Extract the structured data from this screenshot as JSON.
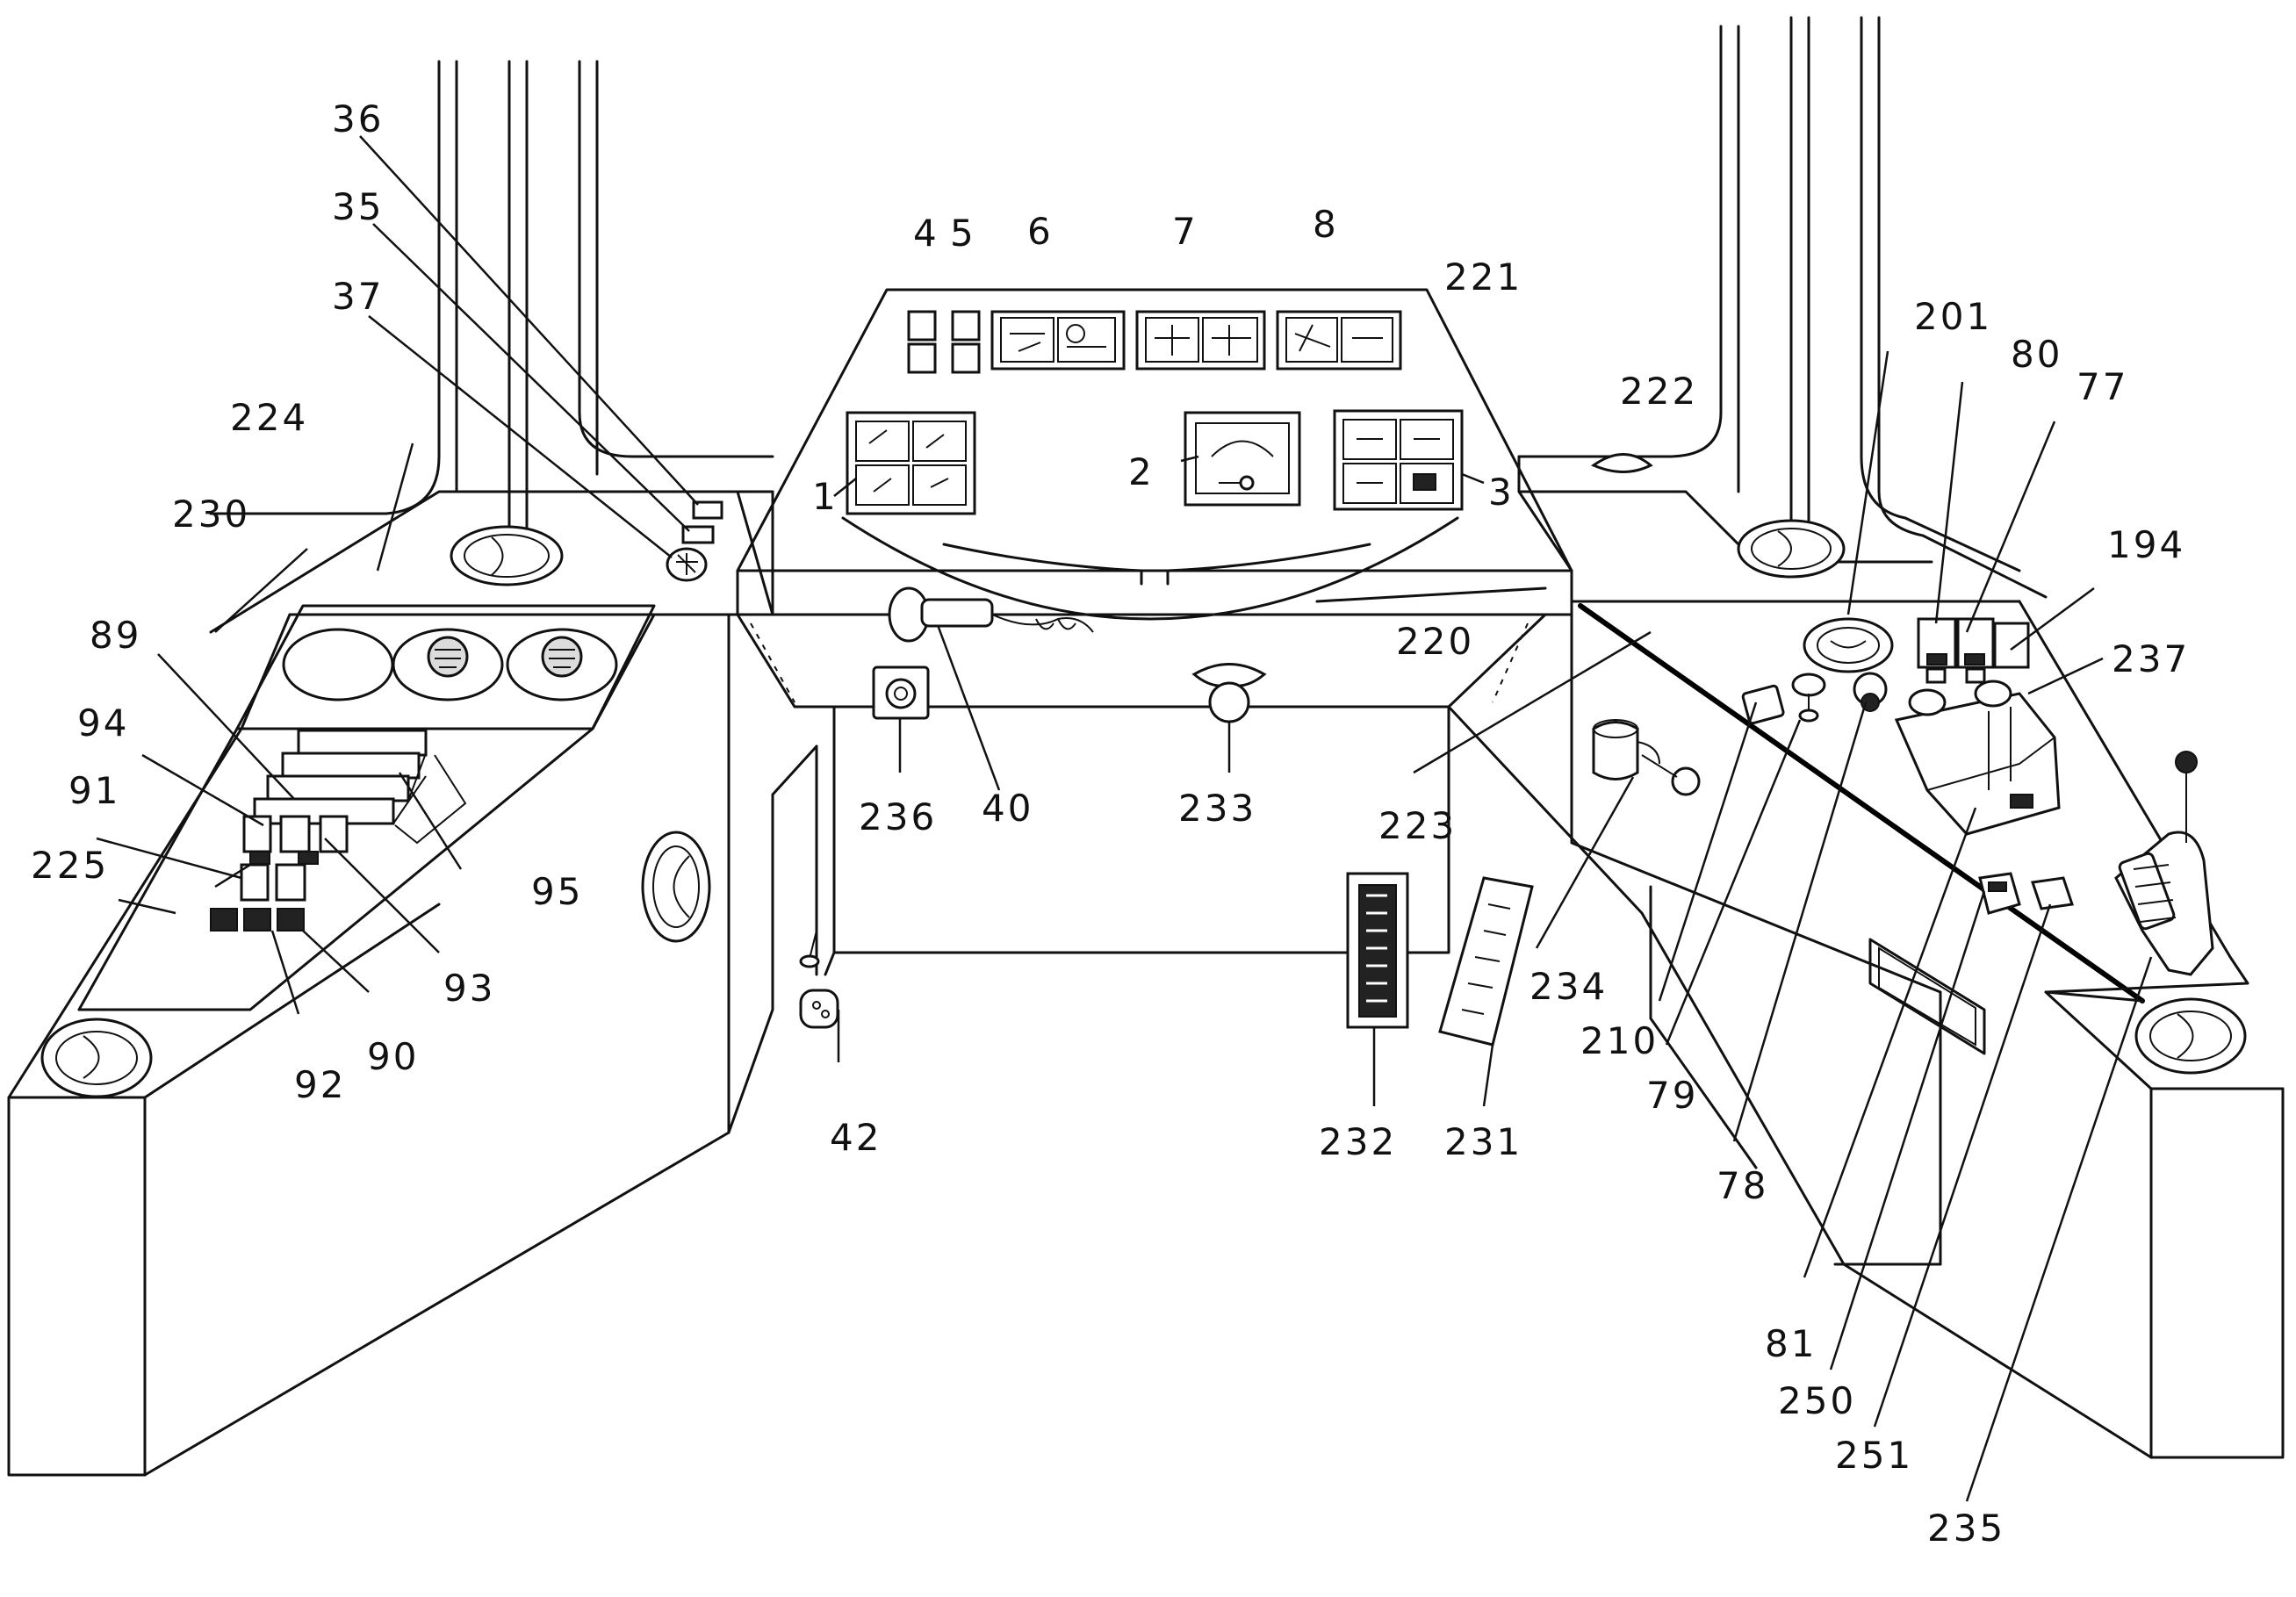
{
  "figure": {
    "labels": {
      "l1": "1",
      "l2": "2",
      "l3": "3",
      "l4": "4",
      "l5": "5",
      "l6": "6",
      "l7": "7",
      "l8": "8",
      "l35": "35",
      "l36": "36",
      "l37": "37",
      "l40": "40",
      "l42": "42",
      "l77": "77",
      "l78": "78",
      "l79": "79",
      "l80": "80",
      "l81": "81",
      "l89": "89",
      "l90": "90",
      "l91": "91",
      "l92": "92",
      "l93": "93",
      "l94": "94",
      "l95": "95",
      "l194": "194",
      "l201": "201",
      "l210": "210",
      "l220": "220",
      "l221": "221",
      "l222": "222",
      "l223": "223",
      "l224": "224",
      "l225": "225",
      "l230": "230",
      "l231": "231",
      "l232": "232",
      "l233": "233",
      "l234": "234",
      "l235": "235",
      "l236": "236",
      "l237": "237",
      "l250": "250",
      "l251": "251"
    }
  }
}
